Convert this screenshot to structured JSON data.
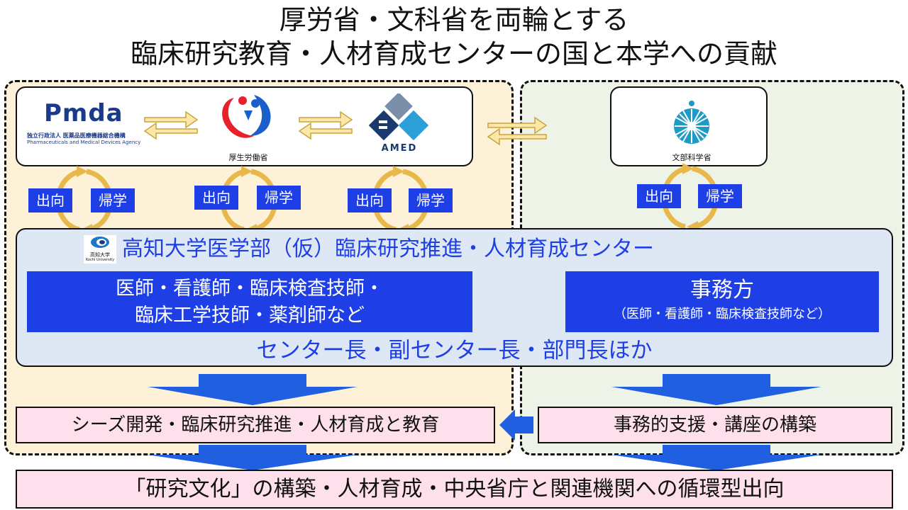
{
  "title": {
    "line1": "厚労省・文科省を両輪とする",
    "line2": "臨床研究教育・人材育成センターの国と本学への貢献"
  },
  "logos": {
    "pmda_mark": "Pmda",
    "pmda_jp": "独立行政法人 医薬品医療機器総合機構",
    "pmda_en": "Pharmaceuticals and Medical Devices Agency",
    "mhlw": "厚生労働省",
    "amed": "AMED",
    "mext": "文部科学省"
  },
  "cycle": {
    "out": "出向",
    "return": "帰学"
  },
  "center": {
    "logo_text": "高知大学",
    "logo_sub": "Kochi University",
    "title": "高知大学医学部（仮）臨床研究推進・人材育成センター",
    "staff_line1": "医師・看護師・臨床検査技師・",
    "staff_line2": "臨床工学技師・薬剤師など",
    "admin_title": "事務方",
    "admin_sub": "（医師・看護師・臨床検査技師など）",
    "leaders": "センター長・副センター長・部門長ほか"
  },
  "outcomes": {
    "left": "シーズ開発・臨床研究推進・人材育成と教育",
    "right": "事務的支援・講座の構築",
    "bottom": "「研究文化」の構築・人材育成・中央省庁と関連機関への循環型出向"
  },
  "colors": {
    "blue": "#1f3fe6",
    "gold": "#e8b84a",
    "arrow_blue": "#1f5fe0"
  }
}
